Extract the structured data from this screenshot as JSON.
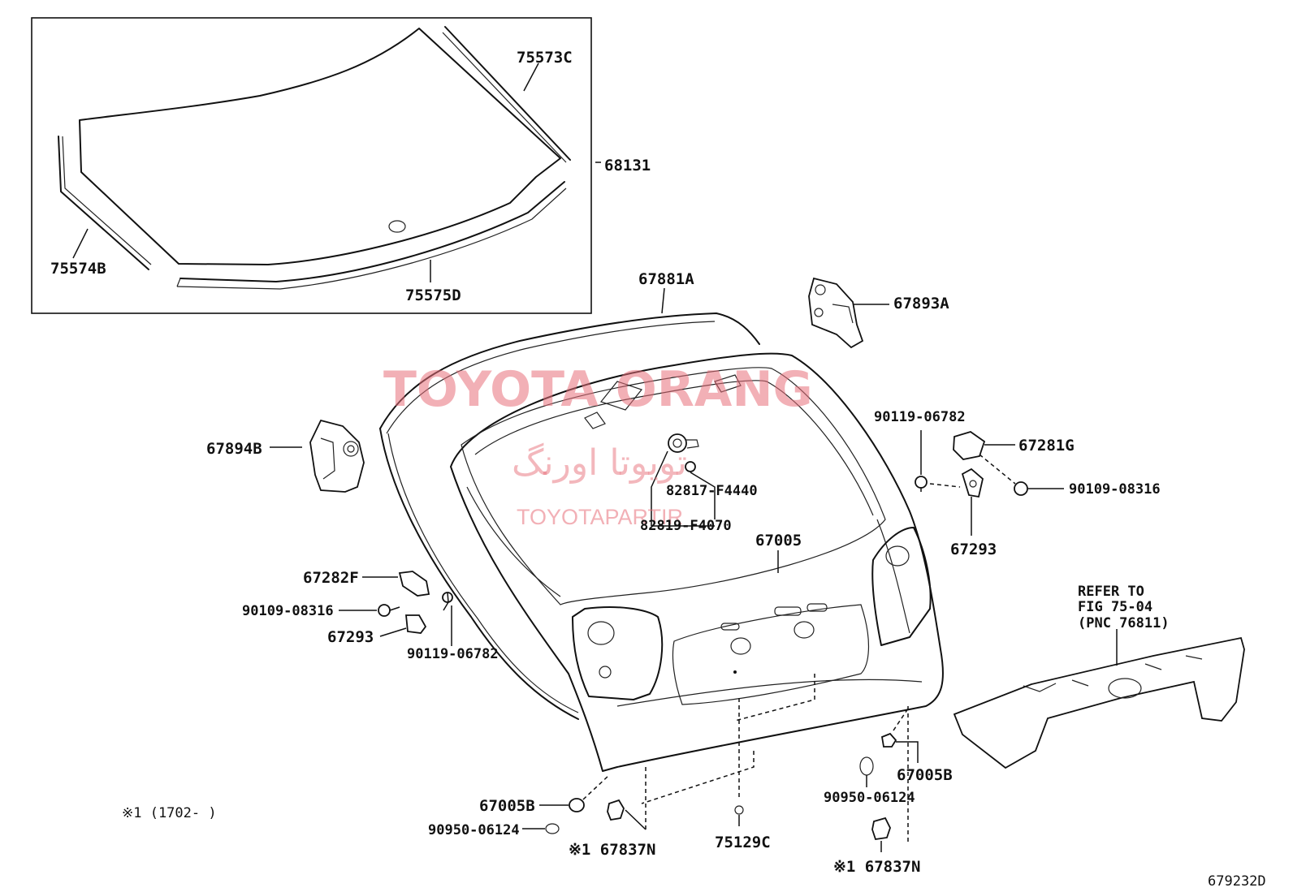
{
  "watermark": {
    "brand": "TOYOTA ORANG",
    "arabic": "تویوتا اورنگ",
    "site": "TOYOTAPARTIR"
  },
  "callouts": {
    "p75573C": "75573C",
    "p68131": "68131",
    "p75574B": "75574B",
    "p75575D": "75575D",
    "p67881A": "67881A",
    "p67893A": "67893A",
    "p67894B": "67894B",
    "p90119_06782_right": "90119-06782",
    "p67281G": "67281G",
    "p90109_08316_right": "90109-08316",
    "p67293_right": "67293",
    "p82817": "82817-F4440",
    "p82819": "82819-F4070",
    "p67005": "67005",
    "p67282F": "67282F",
    "p90109_08316_left": "90109-08316",
    "p67293_left": "67293",
    "p90119_06782_left": "90119-06782",
    "p67005B_left": "67005B",
    "p90950_left": "90950-06124",
    "p67837N_left": "※1 67837N",
    "p75129C": "75129C",
    "p67005B_right": "67005B",
    "p90950_right": "90950-06124",
    "p67837N_right": "※1 67837N"
  },
  "refer": {
    "line1": "REFER TO",
    "line2": "FIG 75-04",
    "line3": "(PNC 76811)"
  },
  "footnote": "※1 (1702-      )",
  "figure_number": "679232D"
}
